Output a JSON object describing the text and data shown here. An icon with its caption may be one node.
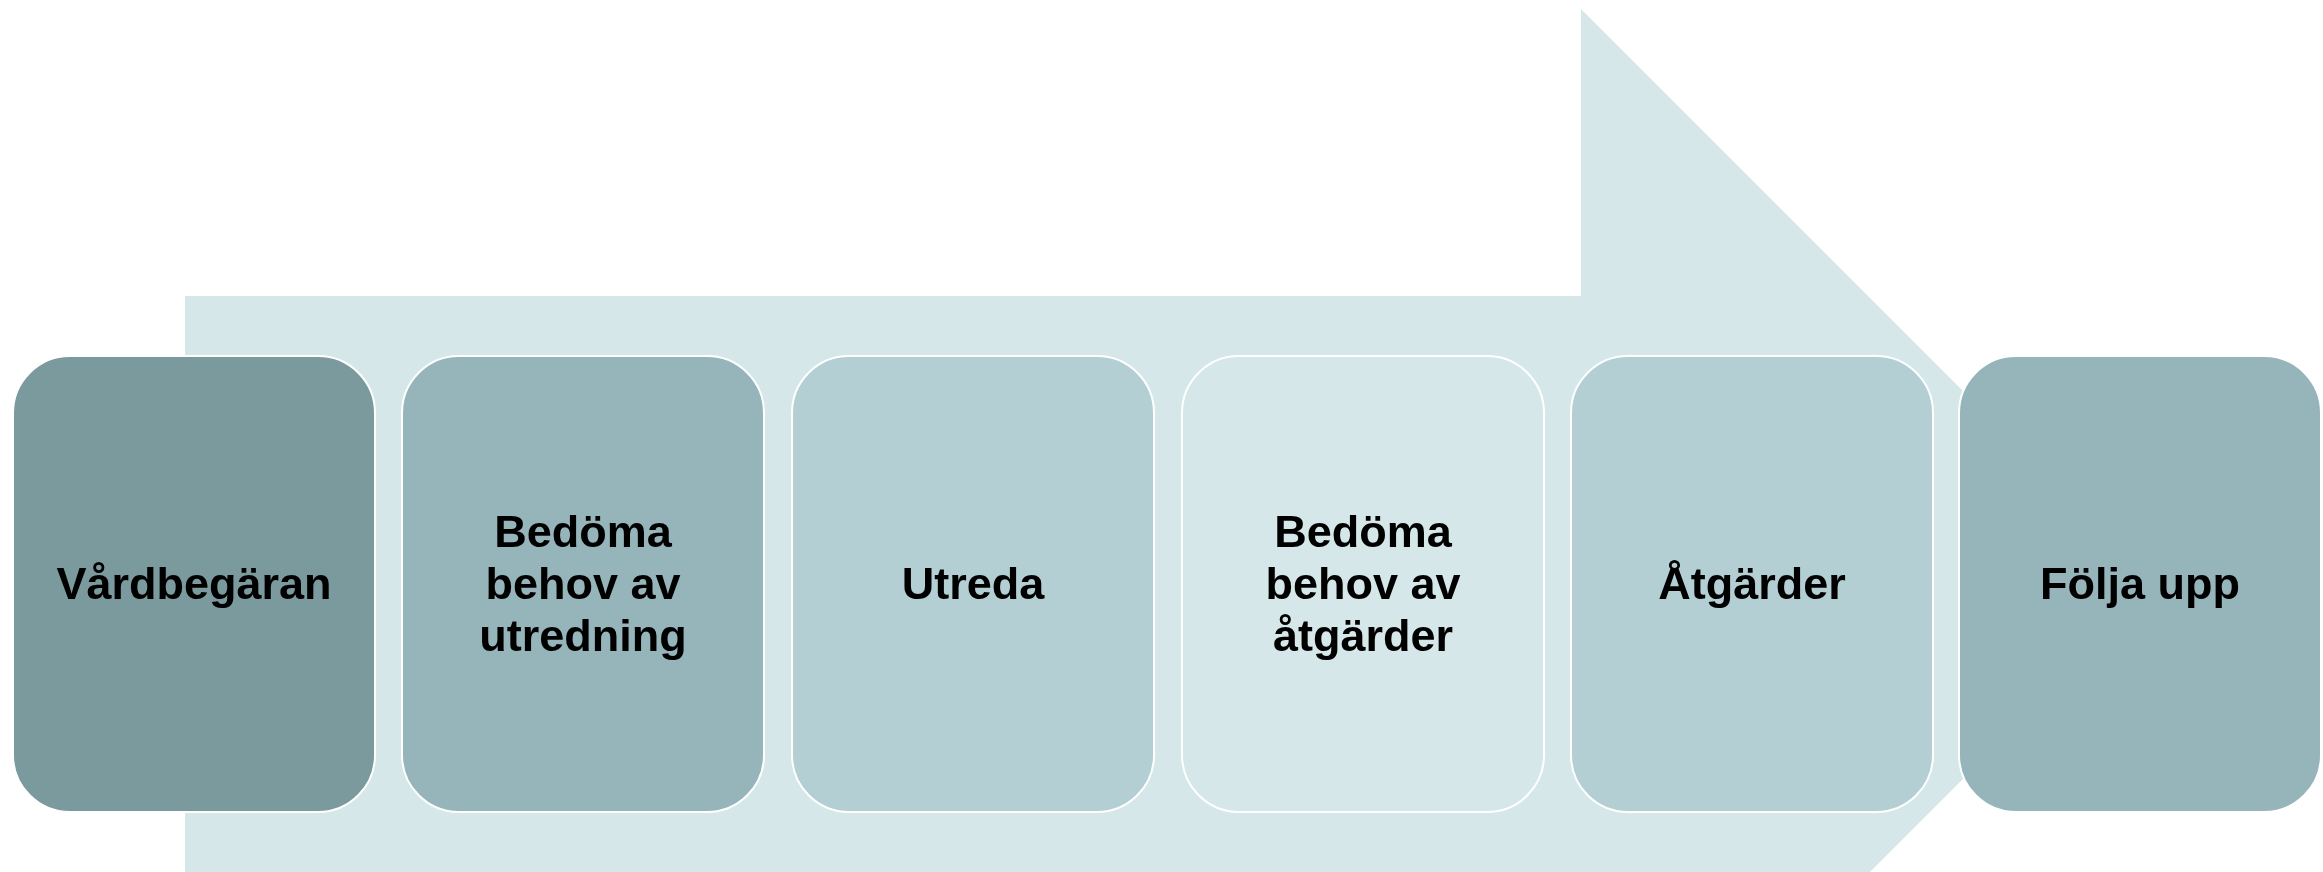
{
  "diagram": {
    "nodes": [
      {
        "text": [
          "Vårdbegäran"
        ]
      },
      {
        "text": [
          "Bedöma behov av utredning"
        ]
      },
      {
        "text": [
          "Utreda"
        ]
      },
      {
        "text": [
          "Bedöma behov av åtgärder"
        ]
      },
      {
        "text": [
          "Åtgärder"
        ]
      },
      {
        "text": [
          "Följa upp"
        ]
      }
    ],
    "edges": []
  }
}
